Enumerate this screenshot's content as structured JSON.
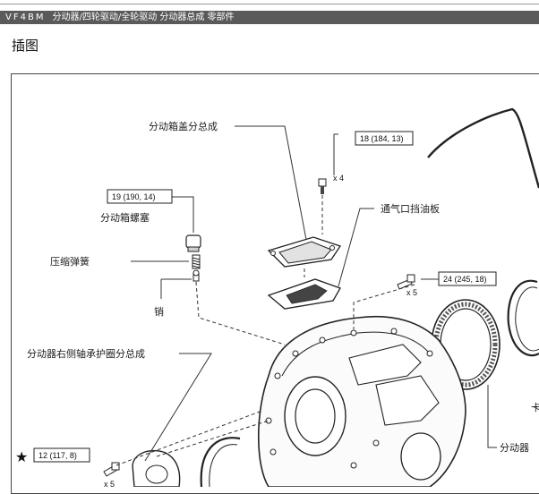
{
  "header": {
    "code": "VF4BM",
    "breadcrumb": "分动器/四轮驱动/全轮驱动 分动器总成 零部件"
  },
  "section_title": "插图",
  "figure": {
    "labels": {
      "cover_sub": "分动箱盖分总成",
      "breather_plug": "分动箱螺塞",
      "vent_baffle": "通气口挡油板",
      "spring": "压缩弹簧",
      "pin": "销",
      "right_bearing": "分动器右侧轴承护圈分总成",
      "clip_cut": "卡",
      "assembly_cut": "分动器"
    },
    "specs": {
      "torque_18": "18 (184, 13)",
      "torque_19": "19 (190, 14)",
      "torque_24": "24 (245, 18)",
      "torque_12": "12 (117, 8)"
    },
    "qty": {
      "x4": "x 4",
      "x5a": "x 5",
      "x5b": "x 5"
    },
    "star": "★"
  }
}
